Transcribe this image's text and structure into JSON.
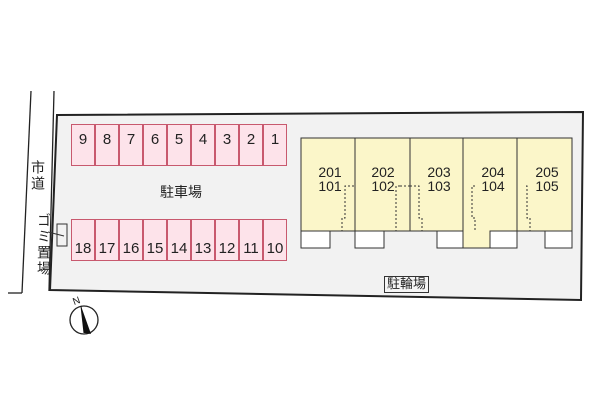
{
  "colors": {
    "lot_fill": "#f2f2f2",
    "lot_border": "#222222",
    "parking_fill": "#fde3ea",
    "parking_border": "#c8596e",
    "building_fill": "#fbf6c9",
    "building_border": "#333333"
  },
  "road": {
    "label": "市道"
  },
  "garbage": {
    "label": "ゴミ置場"
  },
  "parking": {
    "label": "駐車場",
    "top_row": [
      "9",
      "8",
      "7",
      "6",
      "5",
      "4",
      "3",
      "2",
      "1"
    ],
    "bottom_row": [
      "18",
      "17",
      "16",
      "15",
      "14",
      "13",
      "12",
      "11",
      "10"
    ]
  },
  "building": {
    "units": [
      {
        "upper": "201",
        "lower": "101"
      },
      {
        "upper": "202",
        "lower": "102"
      },
      {
        "upper": "203",
        "lower": "103"
      },
      {
        "upper": "204",
        "lower": "104"
      },
      {
        "upper": "205",
        "lower": "105"
      }
    ]
  },
  "bicycle_parking": {
    "label": "駐輪場"
  },
  "compass": {
    "label": "N"
  }
}
